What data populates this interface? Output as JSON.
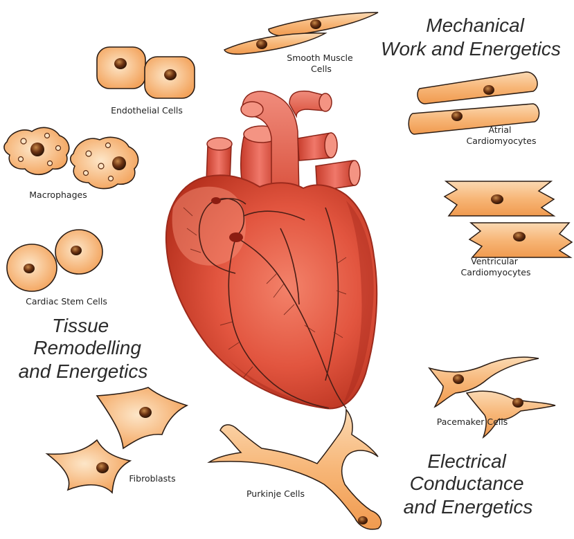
{
  "headings": {
    "mechanical": [
      "Mechanical",
      "Work and Energetics"
    ],
    "tissue": [
      "Tissue",
      "Remodelling",
      "and Energetics"
    ],
    "electrical": [
      "Electrical",
      "Conductance",
      "and Energetics"
    ]
  },
  "cells": {
    "smooth_muscle": [
      "Smooth Muscle",
      "Cells"
    ],
    "endothelial": [
      "Endothelial Cells"
    ],
    "atrial": [
      "Atrial",
      "Cardiomyocytes"
    ],
    "macrophages": [
      "Macrophages"
    ],
    "ventricular": [
      "Ventricular",
      "Cardiomyocytes"
    ],
    "stem": [
      "Cardiac Stem Cells"
    ],
    "pacemaker": [
      "Pacemaker Cells"
    ],
    "fibroblasts": [
      "Fibroblasts"
    ],
    "purkinje": [
      "Purkinje Cells"
    ]
  },
  "colors": {
    "cell_fill": "#f6b070",
    "cell_light": "#fde3c4",
    "cell_stroke": "#2a1c14",
    "nucleus": "#5a2a10",
    "heart_main": "#e8604a",
    "heart_dark": "#a8251a",
    "vessel": "#4a1e16"
  }
}
